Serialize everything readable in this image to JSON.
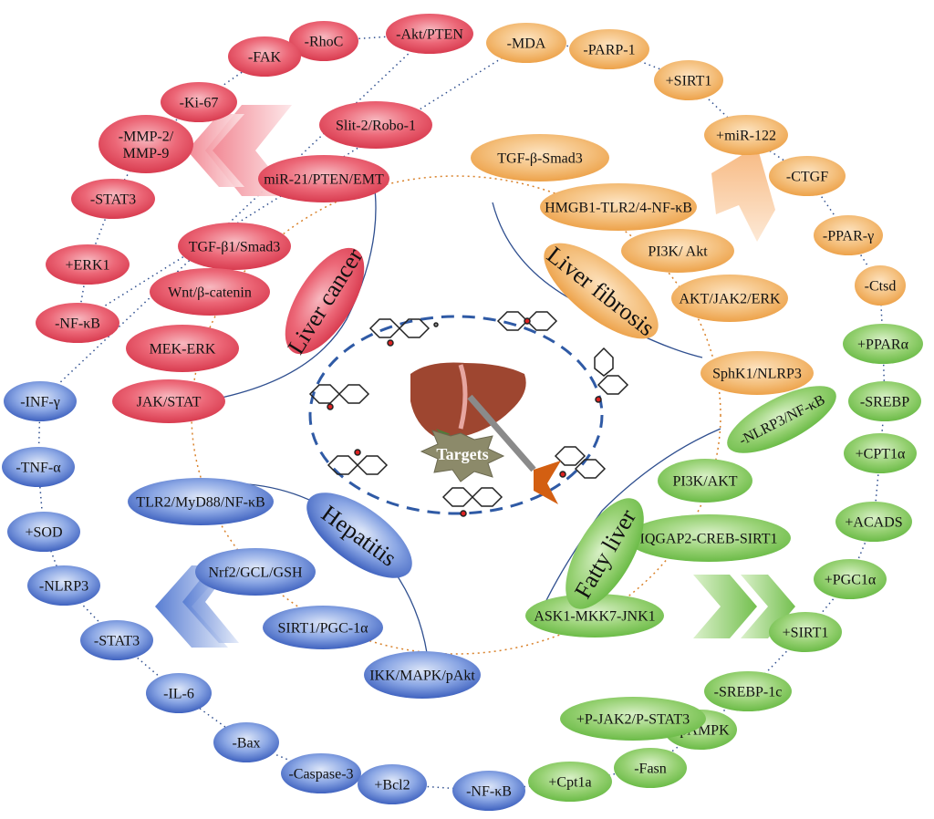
{
  "center_label": "Targets",
  "colors": {
    "cancer": "#e64a5c",
    "fibrosis": "#eea84e",
    "fatty": "#7fc65a",
    "hepatitis": "#4e73c9",
    "link_dark": "#2f4f8f",
    "link_orange": "#d9822b"
  },
  "categories": [
    {
      "id": "cancer",
      "label": "Liver cancer",
      "group": "cancer"
    },
    {
      "id": "fibrosis",
      "label": "Liver fibrosis",
      "group": "fibrosis"
    },
    {
      "id": "fatty",
      "label": "Fatty liver",
      "group": "fatty"
    },
    {
      "id": "hepatitis",
      "label": "Hepatitis",
      "group": "hepatitis"
    }
  ],
  "pathways": {
    "cancer": [
      "Slit-2/Robo-1",
      "miR-21/PTEN/EMT",
      "TGF-β1/Smad3",
      "Wnt/β-catenin",
      "MEK-ERK",
      "JAK/STAT"
    ],
    "fibrosis": [
      "TGF-β-Smad3",
      "HMGB1-TLR2/4-NF-κB",
      "PI3K/ Akt",
      "AKT/JAK2/ERK",
      "SphK1/NLRP3"
    ],
    "fatty": [
      "-NLRP3/NF-κB",
      "PI3K/AKT",
      "IQGAP2-CREB-SIRT1",
      "ASK1-MKK7-JNK1",
      "+P-JAK2/P-STAT3"
    ],
    "hepatitis": [
      "TLR2/MyD88/NF-κB",
      "Nrf2/GCL/GSH",
      "SIRT1/PGC-1α",
      "IKK/MAPK/pAkt"
    ]
  },
  "markers": {
    "cancer": [
      "-Akt/PTEN",
      "-RhoC",
      "-FAK",
      "-Ki-67",
      "-MMP-2/ MMP-9",
      "-STAT3",
      "+ERK1",
      "-NF-κB"
    ],
    "fibrosis": [
      "-MDA",
      "-PARP-1",
      "+SIRT1",
      "+miR-122",
      "-CTGF",
      "-PPAR-γ",
      "-Ctsd"
    ],
    "fatty": [
      "+PPARα",
      "-SREBP",
      "+CPT1α",
      "+ACADS",
      "+PGC1α",
      "+SIRT1",
      "-SREBP-1c",
      "+pAMPK",
      "-Fasn",
      "+Cpt1a"
    ],
    "hepatitis": [
      "-INF-γ",
      "-TNF-α",
      "+SOD",
      "-NLRP3",
      "-STAT3",
      "-IL-6",
      "-Bax",
      "-Caspase-3",
      "+Bcl2",
      "-NF-κB"
    ]
  }
}
